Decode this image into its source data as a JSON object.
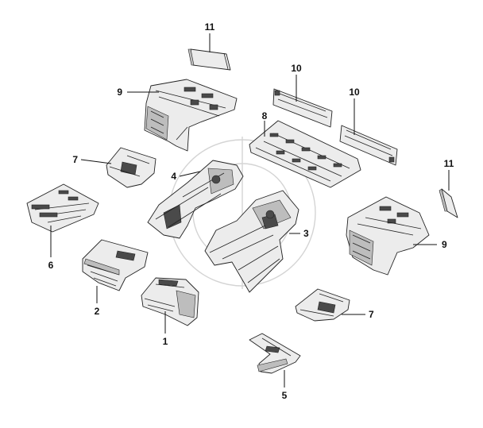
{
  "diagram": {
    "parts": [
      {
        "id": "part-1",
        "number": "1"
      },
      {
        "id": "part-2",
        "number": "2"
      },
      {
        "id": "part-3",
        "number": "3"
      },
      {
        "id": "part-4",
        "number": "4"
      },
      {
        "id": "part-5",
        "number": "5"
      },
      {
        "id": "part-6",
        "number": "6"
      },
      {
        "id": "part-7-left",
        "number": "7"
      },
      {
        "id": "part-7-right",
        "number": "7"
      },
      {
        "id": "part-8",
        "number": "8"
      },
      {
        "id": "part-9-left",
        "number": "9"
      },
      {
        "id": "part-9-right",
        "number": "9"
      },
      {
        "id": "part-10-left",
        "number": "10"
      },
      {
        "id": "part-10-right",
        "number": "10"
      },
      {
        "id": "part-11-top",
        "number": "11"
      },
      {
        "id": "part-11-right",
        "number": "11"
      }
    ],
    "colors": {
      "line": "#222222",
      "panel": "#ececec",
      "shade": "#4a4a4a",
      "watermark": "#d4d4d4"
    }
  }
}
